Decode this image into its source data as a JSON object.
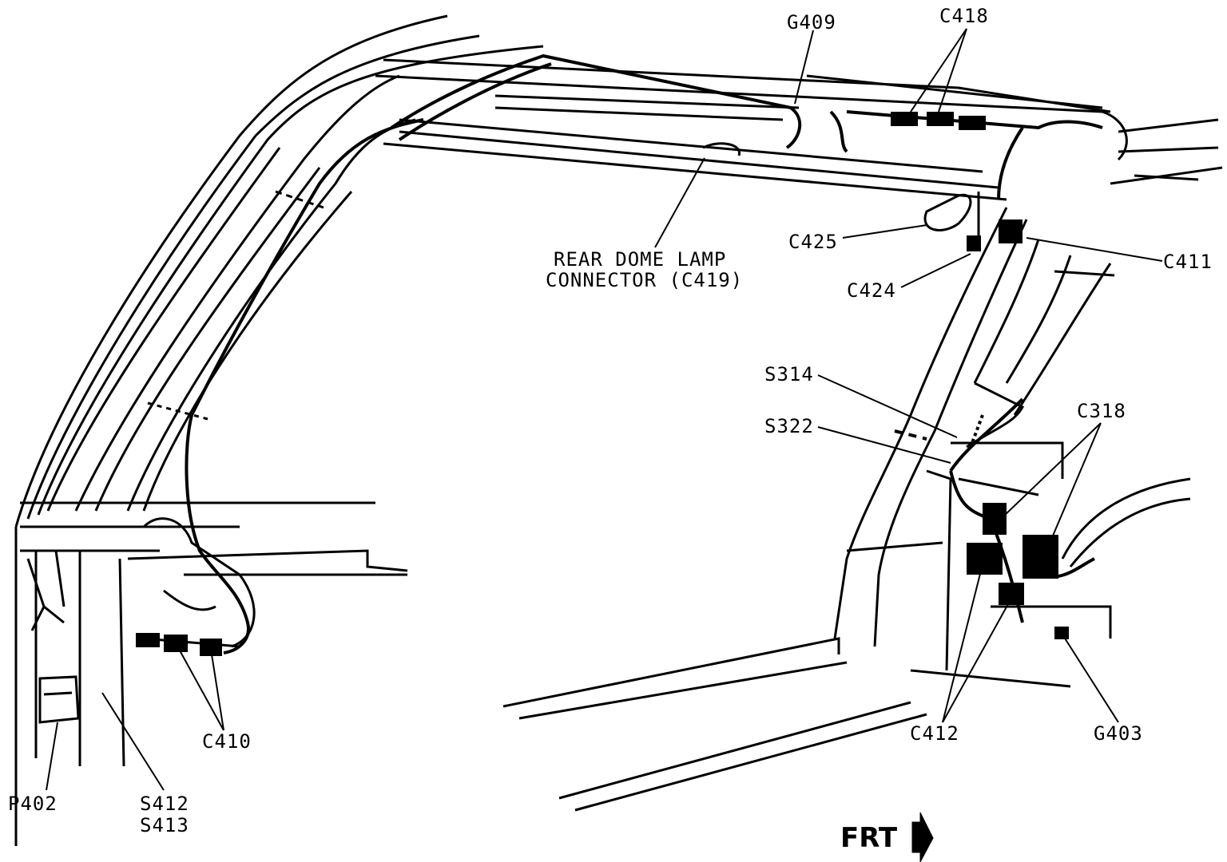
{
  "labels": {
    "g409": "G409",
    "c418": "C418",
    "rear_dome_line1": "REAR DOME LAMP",
    "rear_dome_line2": "CONNECTOR (C419)",
    "c425": "C425",
    "c411": "C411",
    "c424": "C424",
    "s314": "S314",
    "s322": "S322",
    "c318": "C318",
    "c410": "C410",
    "p402": "P402",
    "s412": "S412",
    "s413": "S413",
    "c412": "C412",
    "g403": "G403",
    "frt": "FRT"
  }
}
